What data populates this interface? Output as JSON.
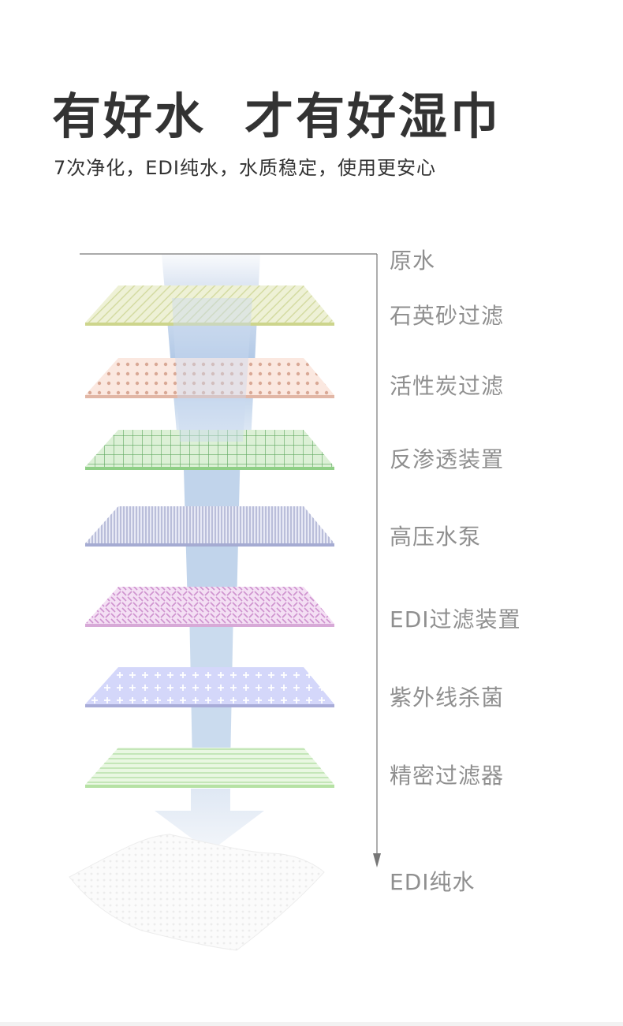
{
  "header": {
    "title": "有好水  才有好湿巾",
    "subtitle": "7次净化，EDI纯水，水质稳定，使用更安心"
  },
  "stages": [
    {
      "label": "原水",
      "pattern": "none",
      "color": "#cccccc"
    },
    {
      "label": "石英砂过滤",
      "pattern": "diagonal-stripes",
      "color": "#dfe6b8"
    },
    {
      "label": "活性炭过滤",
      "pattern": "dots",
      "color": "#f6d9cf"
    },
    {
      "label": "反渗透装置",
      "pattern": "grid",
      "color": "#bde3b5"
    },
    {
      "label": "高压水泵",
      "pattern": "vertical-lines",
      "color": "#c6cbe6"
    },
    {
      "label": "EDI过滤装置",
      "pattern": "weave",
      "color": "#ecc9ec"
    },
    {
      "label": "紫外线杀菌",
      "pattern": "crosses",
      "color": "#c9ccf6"
    },
    {
      "label": "精密过滤器",
      "pattern": "horizontal-lines",
      "color": "#d8f1cf"
    },
    {
      "label": "EDI纯水",
      "pattern": "wipe",
      "color": "#f4f4f4"
    }
  ],
  "icons": {
    "flow": "down-arrow-icon",
    "product": "wet-wipe-icon"
  }
}
